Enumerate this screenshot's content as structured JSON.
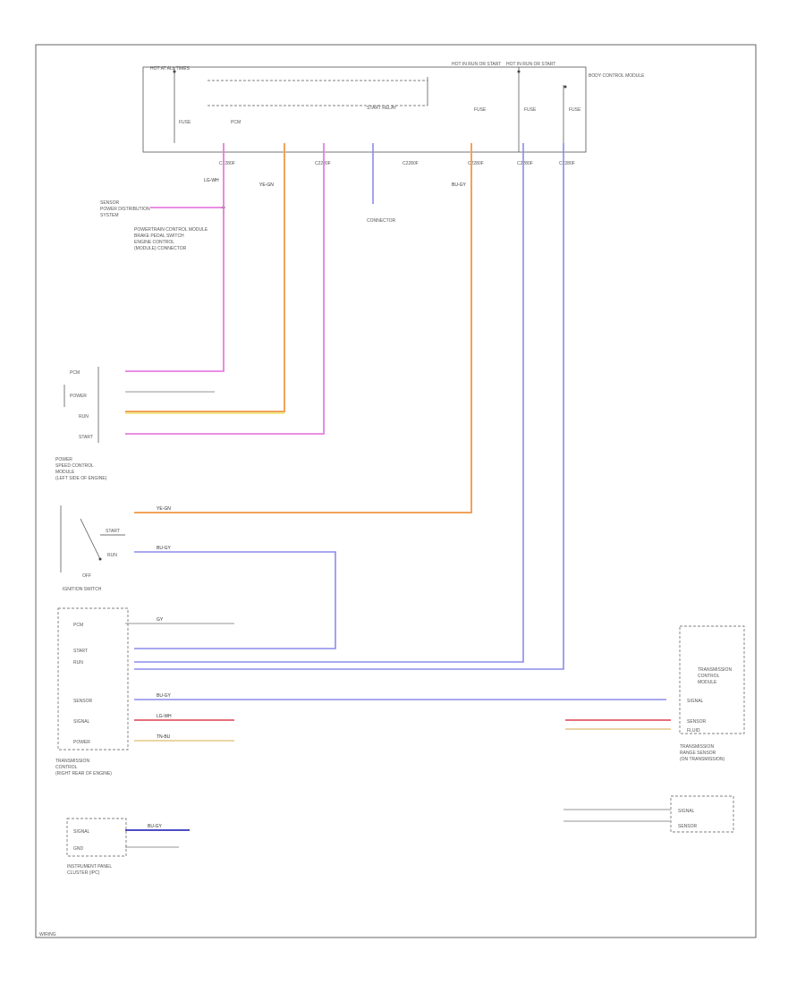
{
  "labels": {
    "module_top_left": "HOT AT ALL TIMES",
    "module_top_right_1": "HOT IN RUN OR START",
    "module_top_right_2": "HOT IN RUN OR START",
    "module_name": "BODY CONTROL MODULE",
    "fuse_left": "FUSE",
    "relay_left": "PCM",
    "relay_right": "START RELAY",
    "fuse_mid_1": "FUSE",
    "fuse_right_1": "FUSE",
    "fuse_right_2": "FUSE",
    "pin_1": "C2280F",
    "pin_2": "C2280F",
    "pin_3": "C2280F",
    "pin_4": "C2280F",
    "pin_5": "C2280F",
    "pin_6": "C2280F",
    "splice_left_1": "SENSOR",
    "splice_left_2": "POWER DISTRIBUTION",
    "splice_left_3": "SYSTEM",
    "mid_note_1": "POWERTRAIN CONTROL MODULE",
    "mid_note_2": "BRAKE PEDAL SWITCH",
    "mid_note_3": "ENGINE CONTROL",
    "mid_note_4": "(MODULE) CONNECTOR",
    "mid_note_5": "CONNECTOR",
    "wire_pink": "LG-WH",
    "wire_orange": "YE-GN",
    "wire_blue": "BU-GY",
    "wire_gray": "GY",
    "wire_tan": "TN-BU",
    "ignition_switch": "IGNITION SWITCH",
    "ignition_start": "START",
    "ignition_run": "RUN",
    "ignition_off": "OFF",
    "pcm_label_1": "POWER",
    "pcm_label_2": "SPEED CONTROL",
    "pcm_label_3": "MODULE",
    "pcm_label_4": "(LEFT SIDE OF ENGINE)",
    "conn_1": "PCM",
    "conn_2": "POWER",
    "conn_3": "RUN",
    "conn_4": "START",
    "conn_5": "SENSOR",
    "conn_6": "SIGNAL",
    "left_bottom_1": "INSTRUMENT PANEL",
    "left_bottom_2": "CLUSTER (IPC)",
    "ipc_pin_1": "SIGNAL",
    "ipc_pin_2": "GND",
    "tcm_1": "TRANSMISSION",
    "tcm_2": "CONTROL",
    "tcm_3": "MODULE",
    "tcm_4": "(RIGHT REAR OF ENGINE)",
    "trs_1": "TRANSMISSION",
    "trs_2": "RANGE SENSOR",
    "trs_3": "(ON TRANSMISSION)",
    "sensor_pin_1": "SIGNAL",
    "sensor_pin_2": "SENSOR",
    "sensor_pin_3": "FLUID",
    "footnote": "WIRING"
  }
}
